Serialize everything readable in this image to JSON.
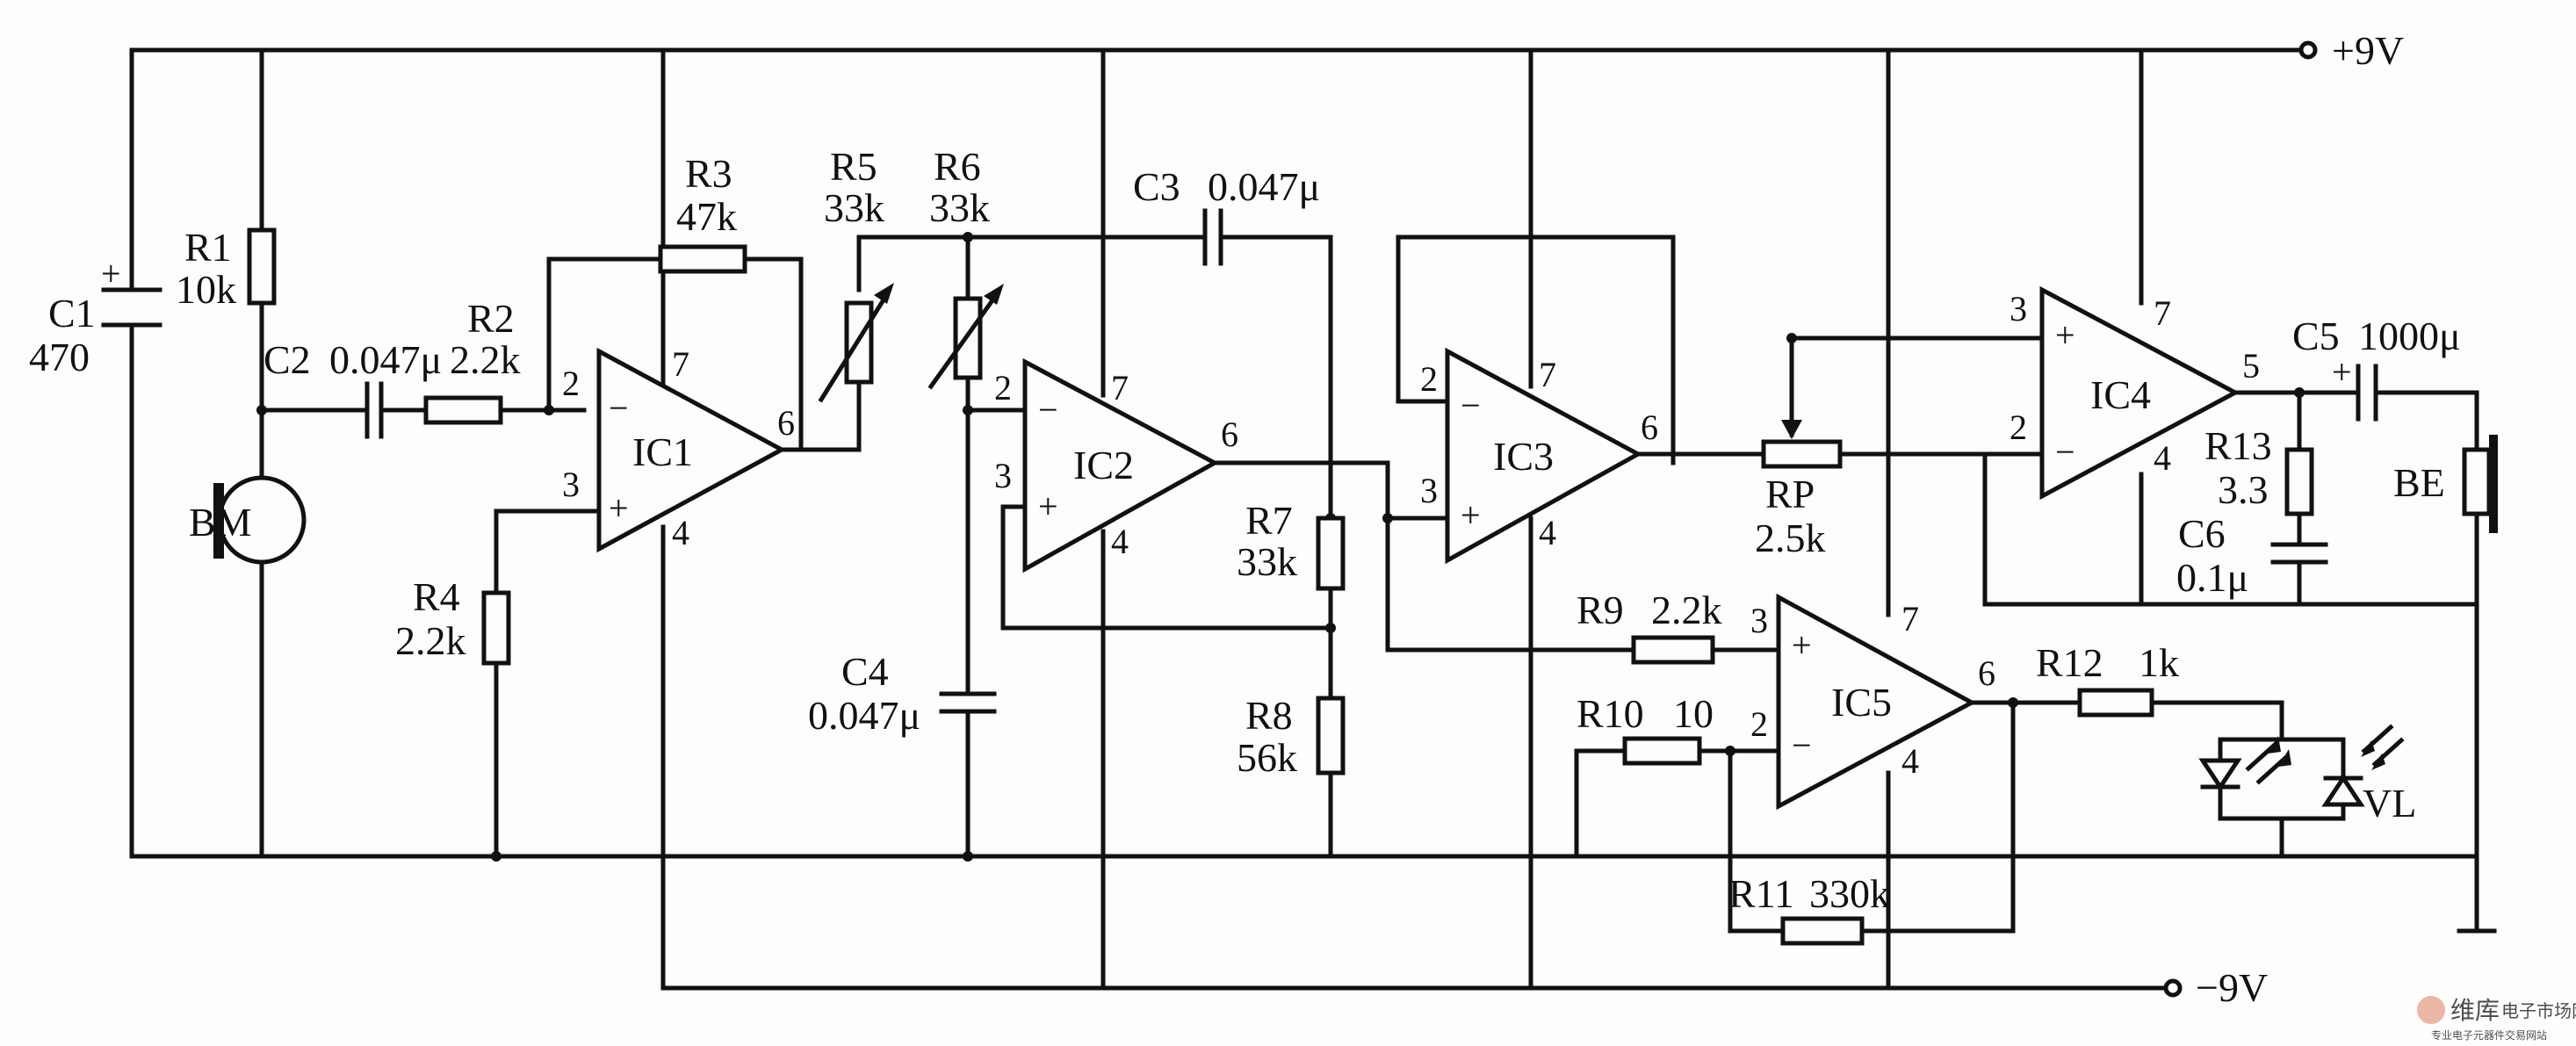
{
  "diagram": {
    "supply": {
      "pos": "+9V",
      "neg": "−9V"
    },
    "components": {
      "C1": {
        "name": "C1",
        "value": "470"
      },
      "R1": {
        "name": "R1",
        "value": "10k"
      },
      "C2": {
        "name": "C2",
        "value": "0.047μ"
      },
      "R2": {
        "name": "R2",
        "value": "2.2k"
      },
      "BM": {
        "name": "BM"
      },
      "R4": {
        "name": "R4",
        "value": "2.2k"
      },
      "R3": {
        "name": "R3",
        "value": "47k"
      },
      "IC1": {
        "name": "IC1"
      },
      "R5": {
        "name": "R5",
        "value": "33k"
      },
      "R6": {
        "name": "R6",
        "value": "33k"
      },
      "C3": {
        "name": "C3",
        "value": "0.047μ"
      },
      "IC2": {
        "name": "IC2"
      },
      "C4": {
        "name": "C4",
        "value": "0.047μ"
      },
      "R7": {
        "name": "R7",
        "value": "33k"
      },
      "R8": {
        "name": "R8",
        "value": "56k"
      },
      "IC3": {
        "name": "IC3"
      },
      "RP": {
        "name": "RP",
        "value": "2.5k"
      },
      "IC4": {
        "name": "IC4"
      },
      "C5": {
        "name": "C5",
        "value": "1000μ"
      },
      "R13": {
        "name": "R13",
        "value": "3.3"
      },
      "C6": {
        "name": "C6",
        "value": "0.1μ"
      },
      "BE": {
        "name": "BE"
      },
      "R9": {
        "name": "R9",
        "value": "2.2k"
      },
      "R10": {
        "name": "R10",
        "value": "10"
      },
      "IC5": {
        "name": "IC5"
      },
      "R11": {
        "name": "R11",
        "value": "330k"
      },
      "R12": {
        "name": "R12",
        "value": "1k"
      },
      "VL": {
        "name": "VL"
      }
    },
    "pins": {
      "ic1": {
        "inv": "2",
        "noninv": "3",
        "vcc": "7",
        "vee": "4",
        "out": "6"
      },
      "ic2": {
        "inv": "2",
        "noninv": "3",
        "vcc": "7",
        "vee": "4",
        "out": "6"
      },
      "ic3": {
        "inv": "2",
        "noninv": "3",
        "vcc": "7",
        "vee": "4",
        "out": "6"
      },
      "ic4": {
        "inv": "2",
        "noninv": "3",
        "vcc": "7",
        "vee": "4",
        "out": "5"
      },
      "ic5": {
        "inv": "2",
        "noninv": "3",
        "vcc": "7",
        "vee": "4",
        "out": "6"
      }
    },
    "symbols": {
      "plus": "+",
      "minus": "−"
    },
    "watermark": {
      "logo": "维库",
      "title": "电子市场网",
      "sub": "专业电子元器件交易网站"
    }
  }
}
